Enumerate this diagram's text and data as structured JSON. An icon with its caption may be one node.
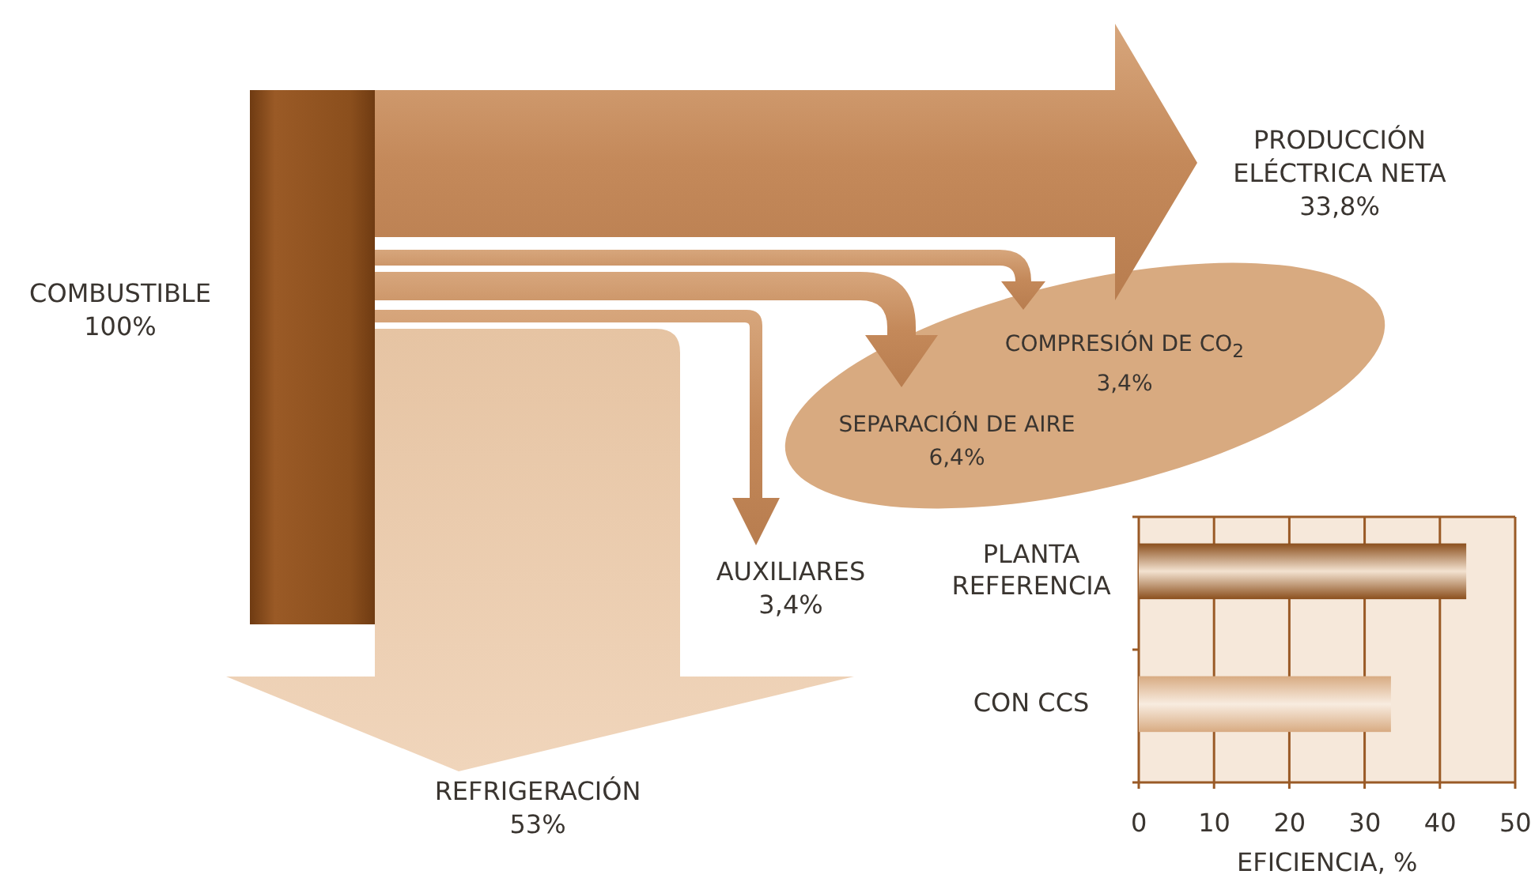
{
  "diagram": {
    "nodes": [
      {
        "text": [
          "COMBUSTIBLE",
          "100%"
        ]
      },
      {
        "text": [
          "PRODUCCIÓN ELÉCTRICA NETA",
          "33,8%"
        ]
      },
      {
        "text": [],
        "shape": "ellipse"
      },
      {
        "text": [
          "COMPRESIÓN DE CO$_{2}$",
          "3,4%"
        ],
        "in": 2
      },
      {
        "text": [
          "SEPARACIÓN DE AIRE",
          "6,4%"
        ],
        "in": 2
      },
      {
        "text": [
          "AUXILIARES",
          "3,4%"
        ]
      },
      {
        "text": [
          "REFRIGERACIÓN",
          "53%"
        ]
      }
    ],
    "edges": [
      {
        "from": 0,
        "to": 1,
        "arrow": "to"
      },
      {
        "from": 0,
        "to": 3,
        "arrow": "to"
      },
      {
        "from": 0,
        "to": 4,
        "arrow": "to"
      },
      {
        "from": 0,
        "to": 5,
        "arrow": "to"
      },
      {
        "from": 0,
        "to": 6,
        "arrow": "to"
      }
    ],
    "chart_data": {
      "type": "bar",
      "orientation": "horizontal",
      "xlabel": "EFICIENCIA, %",
      "categories": [
        "PLANTA REFERENCIA",
        "CON CCS"
      ],
      "values": [
        43.5,
        33.5
      ],
      "xlim": [
        0,
        50
      ],
      "grid": true,
      "xticks": [
        0,
        10,
        20,
        30,
        40,
        50
      ]
    }
  }
}
